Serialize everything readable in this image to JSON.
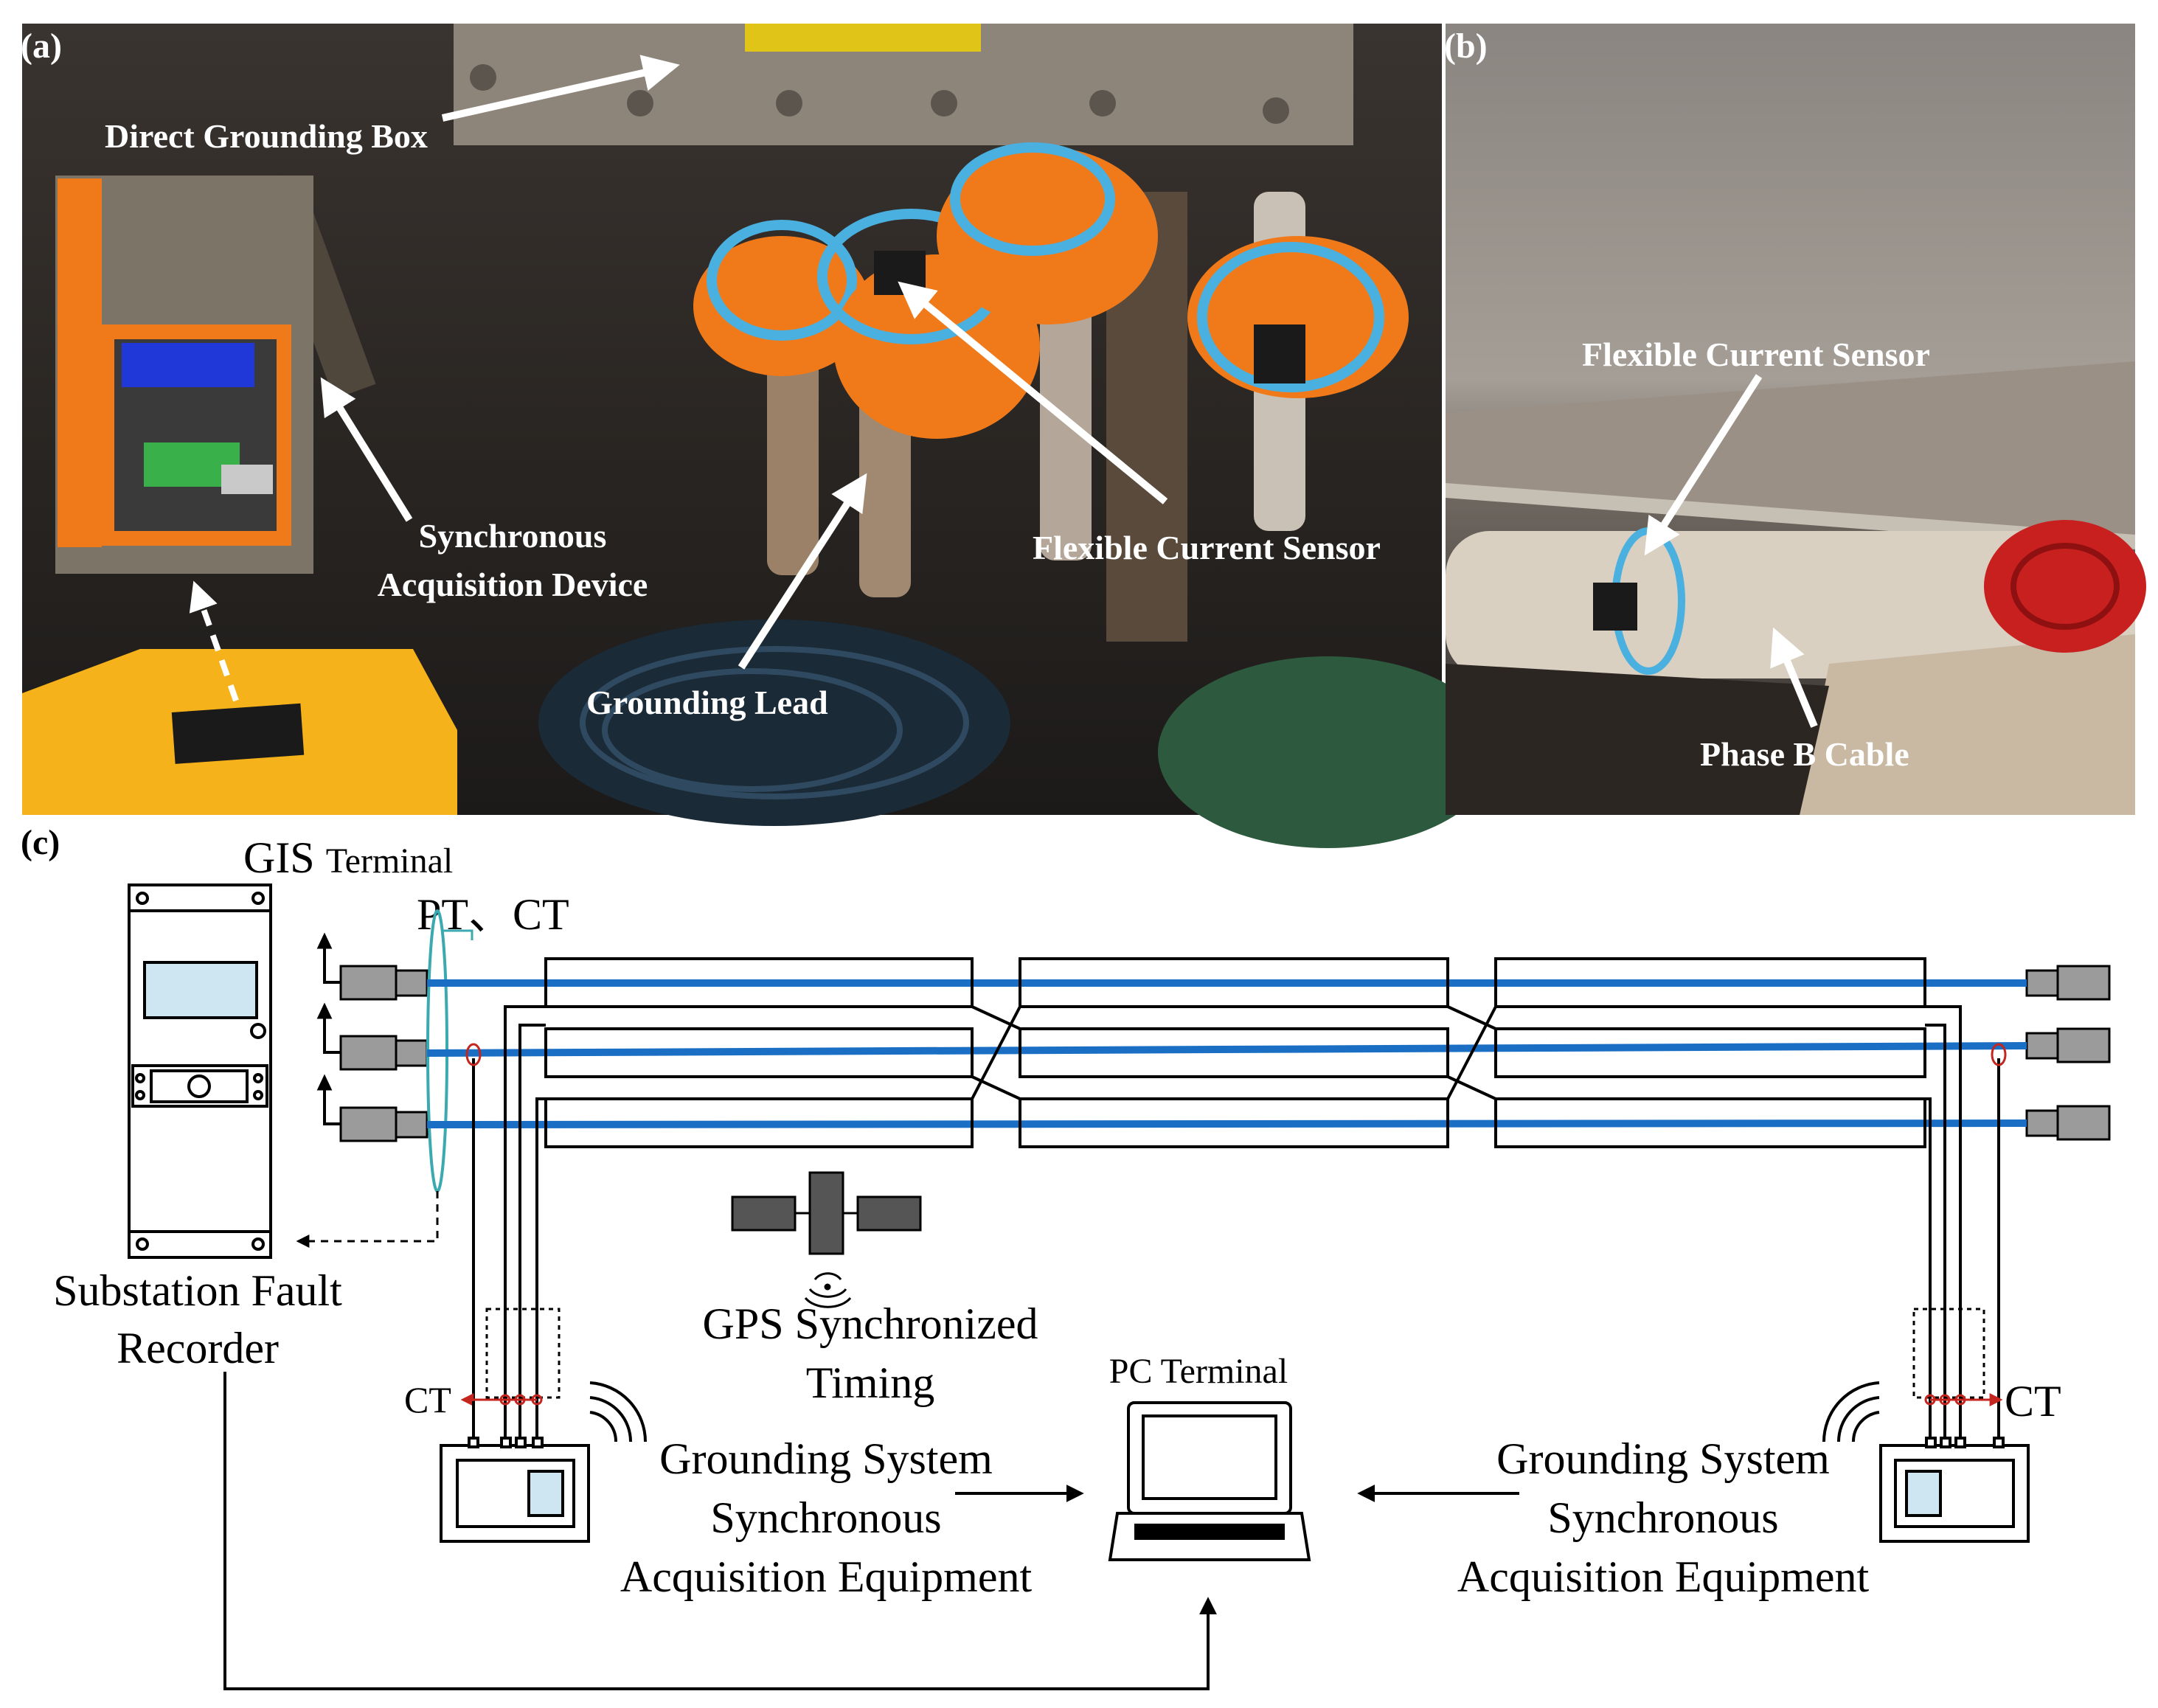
{
  "panels": {
    "a": {
      "label": "(a)"
    },
    "b": {
      "label": "(b)"
    },
    "c": {
      "label": "(c)"
    }
  },
  "photo_a": {
    "direct_grounding_box": "Direct Grounding Box",
    "sync_device_line1": "Synchronous",
    "sync_device_line2": "Acquisition Device",
    "flexible_current_sensor": "Flexible Current Sensor",
    "grounding_lead": "Grounding Lead"
  },
  "photo_b": {
    "flexible_current_sensor": "Flexible Current Sensor",
    "phase_b_cable": "Phase B Cable"
  },
  "diagram": {
    "gis_main": "GIS",
    "gis_sub": "Terminal",
    "pt_ct": "PT、CT",
    "substation_line1": "Substation Fault",
    "substation_line2": "Recorder",
    "gps_line1": "GPS Synchronized",
    "gps_line2": "Timing",
    "pc_terminal": "PC Terminal",
    "ct_left": "CT",
    "ct_right": "CT",
    "gsae_left_line1": "Grounding System",
    "gsae_left_line2": "Synchronous",
    "gsae_left_line3": "Acquisition Equipment",
    "gsae_right_line1": "Grounding System",
    "gsae_right_line2": "Synchronous",
    "gsae_right_line3": "Acquisition Equipment"
  },
  "colors": {
    "cable_blue": "#1a6fc4",
    "sensor_orange": "#f07a1a",
    "box_yellow": "#f5b21a",
    "ct_red": "#c4261f",
    "pt_teal": "#3aa9b0"
  }
}
